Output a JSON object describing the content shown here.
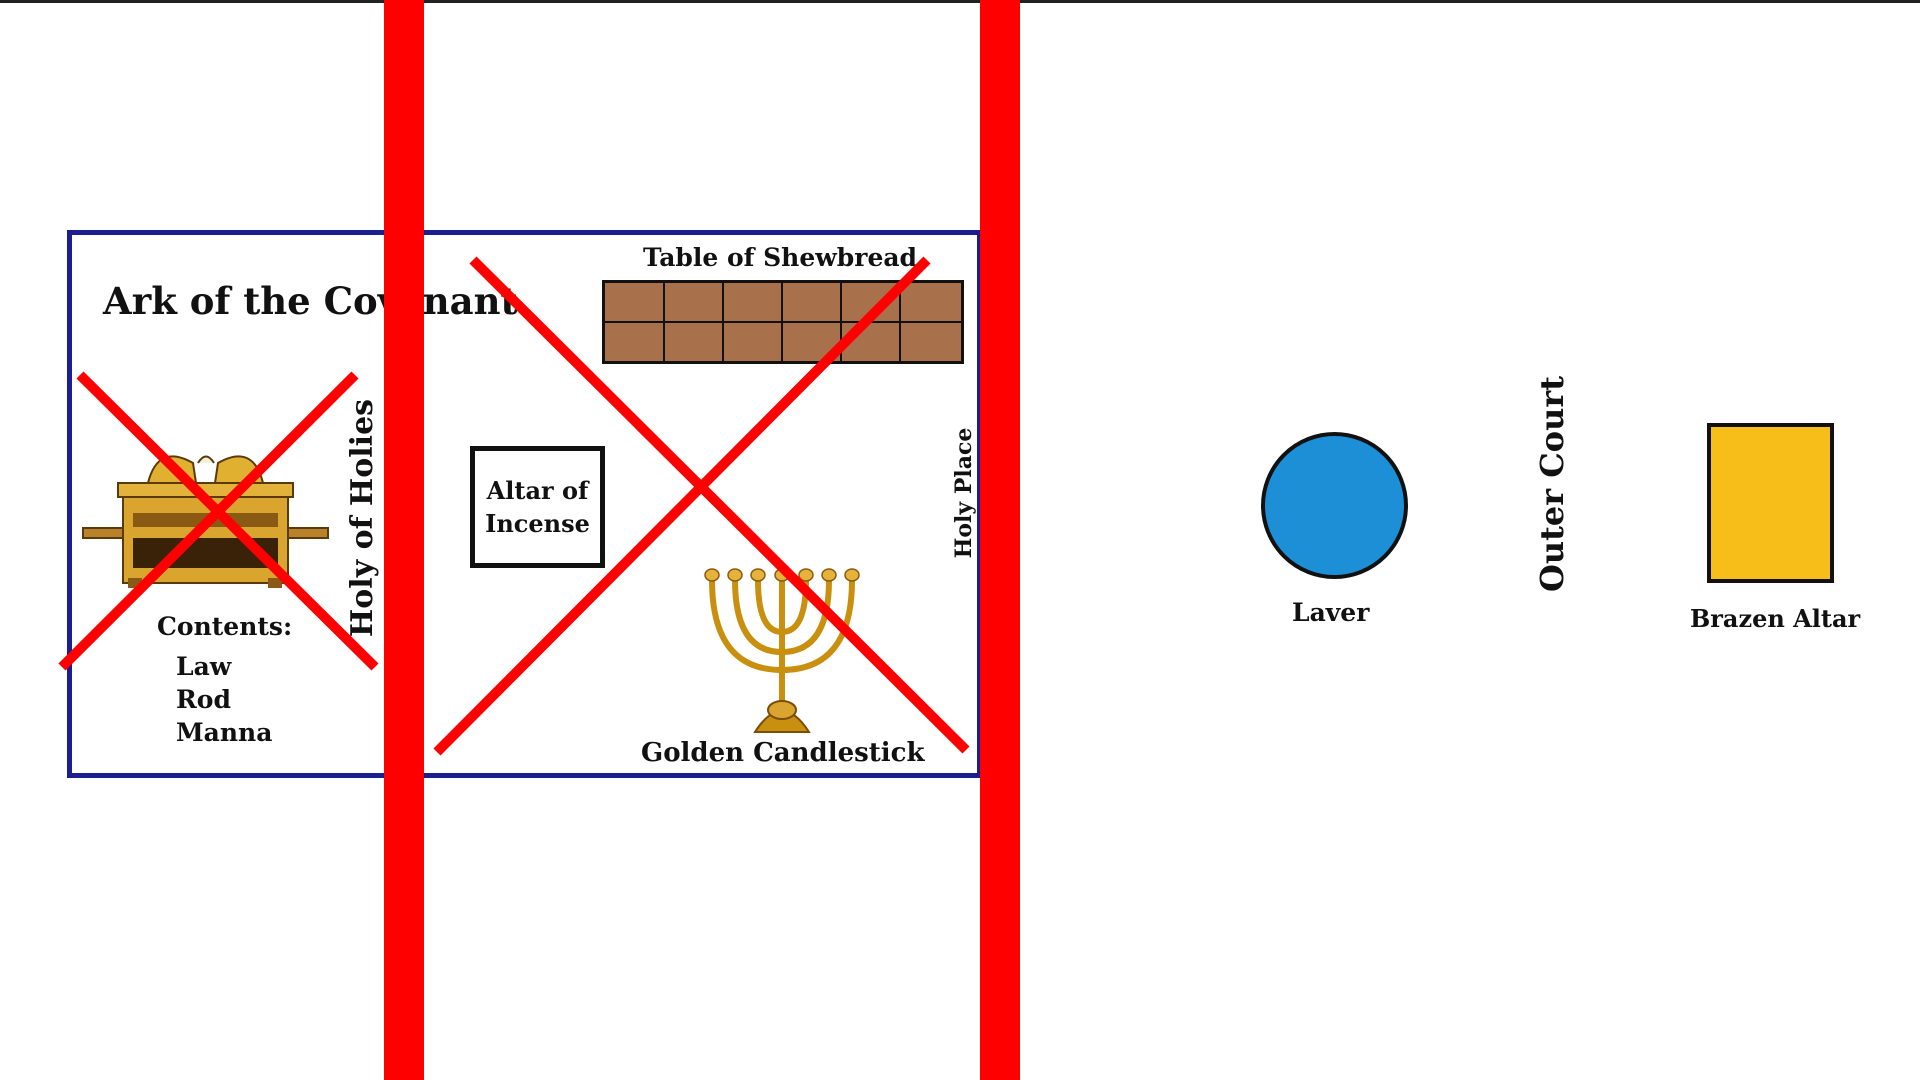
{
  "holy_of_holies": {
    "label": "Holy of Holies",
    "ark_title": "Ark of the Covenant",
    "contents_title": "Contents:",
    "contents": [
      "Law",
      "Rod",
      "Manna"
    ]
  },
  "holy_place": {
    "label": "Holy Place",
    "table_of_shewbread": "Table of Shewbread",
    "altar_of_incense": "Altar of Incense",
    "golden_candlestick": "Golden Candlestick"
  },
  "outer_court": {
    "label": "Outer Court",
    "laver": "Laver",
    "brazen_altar": "Brazen Altar"
  },
  "colors": {
    "frame": "#1b1e8f",
    "strike": "#ff0000",
    "table": "#a9714b",
    "laver": "#1d8fd6",
    "brazen_altar": "#f7bd19",
    "gold": "#c8900e"
  },
  "icons": [
    "ark-icon",
    "menorah-icon"
  ]
}
